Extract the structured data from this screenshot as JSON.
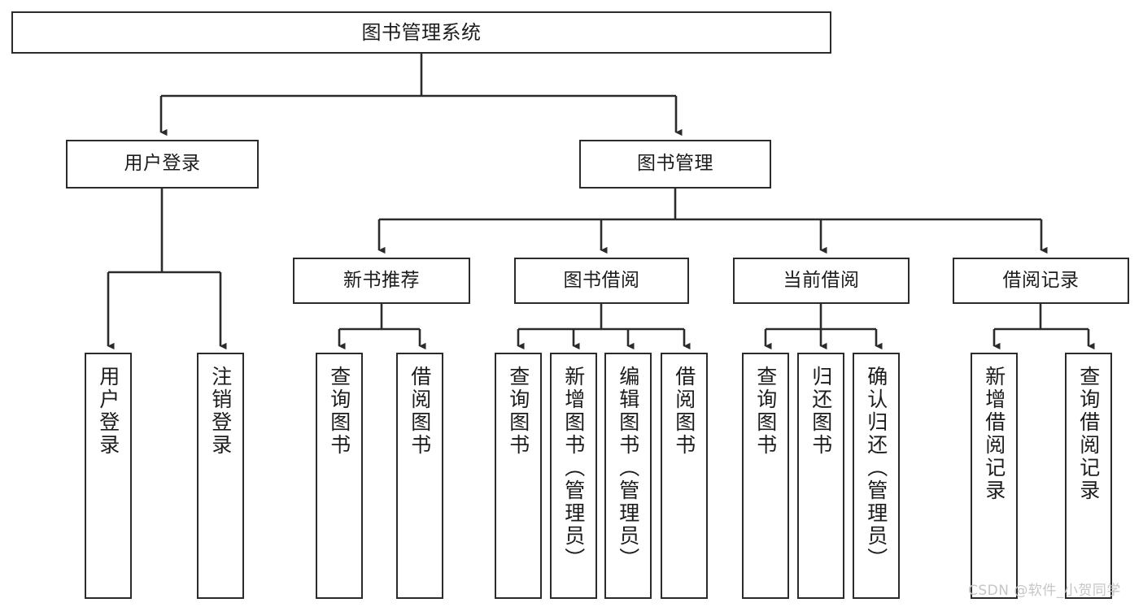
{
  "diagram": {
    "title": "图书管理系统",
    "type": "功能结构图",
    "style": {
      "line_color": "#2b2b2b",
      "box_fill": "#ffffff",
      "text_color": "#1c1c1c",
      "watermark_color": "#c6c6c6"
    },
    "nodes": {
      "root": {
        "label": "图书管理系统"
      },
      "level2": [
        {
          "label": "用户登录"
        },
        {
          "label": "图书管理"
        }
      ],
      "level3": [
        {
          "label": "新书推荐"
        },
        {
          "label": "图书借阅"
        },
        {
          "label": "当前借阅"
        },
        {
          "label": "借阅记录"
        }
      ],
      "leaves": {
        "user_login": [
          {
            "label": "用户登录"
          },
          {
            "label": "注销登录"
          }
        ],
        "new_book_recommend": [
          {
            "label": "查询图书"
          },
          {
            "label": "借阅图书"
          }
        ],
        "book_borrow": [
          {
            "label": "查询图书"
          },
          {
            "label": "新增图书（管理员）"
          },
          {
            "label": "编辑图书（管理员）"
          },
          {
            "label": "借阅图书"
          }
        ],
        "current_borrow": [
          {
            "label": "查询图书"
          },
          {
            "label": "归还图书"
          },
          {
            "label": "确认归还（管理员）"
          }
        ],
        "borrow_record": [
          {
            "label": "新增借阅记录"
          },
          {
            "label": "查询借阅记录"
          }
        ]
      }
    },
    "watermark": "CSDN @软件_小贺同学"
  }
}
